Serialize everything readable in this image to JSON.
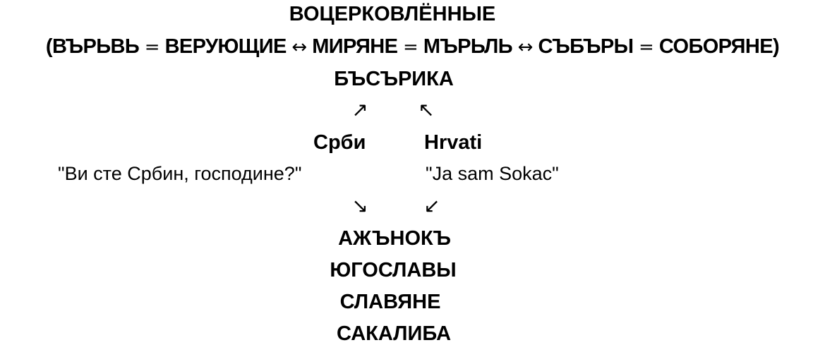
{
  "title": "ВОЦЕРКОВЛЁННЫЕ",
  "equation_line": {
    "open_paren": "(",
    "term1": "ВЪРЬВЬ",
    "eq1": " = ",
    "term2": "ВЕРУЮЩИЕ",
    "arrow1": " ↔ ",
    "term3": "МИРЯНЕ",
    "eq2": " = ",
    "term4": "МЪРЬЛЬ",
    "arrow2": " ↔ ",
    "term5": "СЪБЪРЫ",
    "eq3": " = ",
    "term6": "СОБОРЯНЕ",
    "close_paren": ")"
  },
  "top_node": "БЪСЪРИКА",
  "arrows": {
    "up_right": "↗",
    "up_left": "↖",
    "down_right": "↘",
    "down_left": "↙"
  },
  "left_group": {
    "name": "Срби",
    "quote": "\"Ви сте Србин, господине?\""
  },
  "right_group": {
    "name": "Hrvati",
    "quote": "\"Ja sam Sokac\""
  },
  "bottom_nodes": [
    "АЖЪНОКЪ",
    "ЮГОСЛАВЫ",
    "СЛАВЯНЕ",
    "САКАЛИБА"
  ]
}
